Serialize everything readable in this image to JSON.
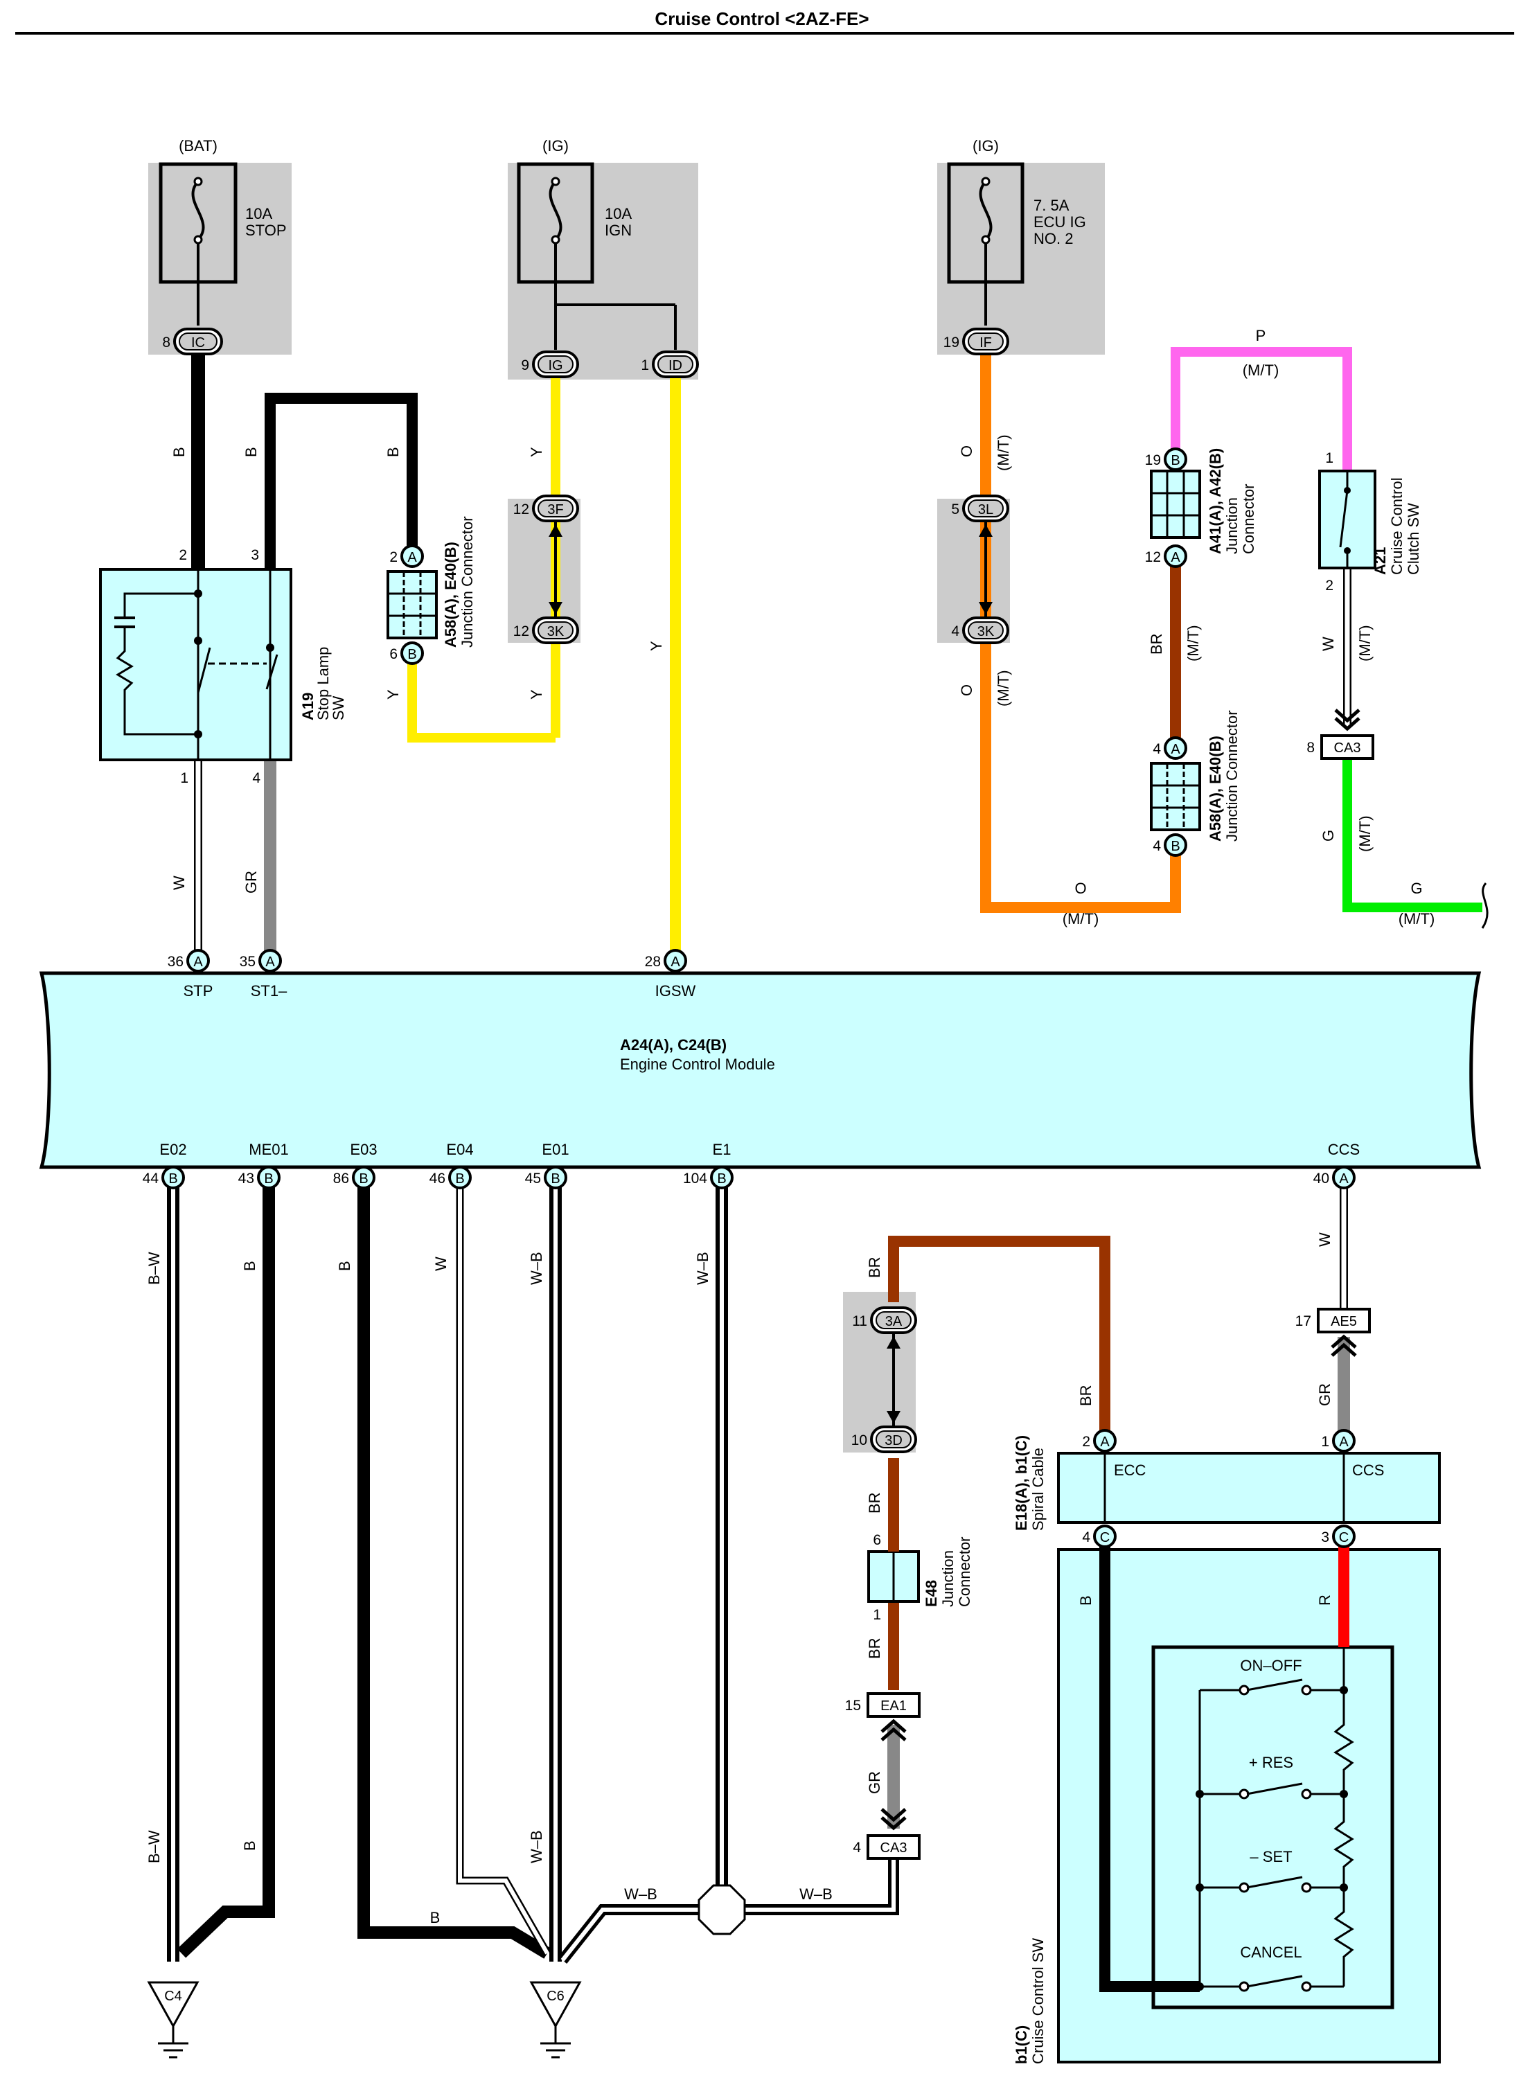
{
  "title": "Cruise Control <2AZ-FE>",
  "colors": {
    "ecu": "#ccffff",
    "fuseBox": "#cccccc",
    "B": "#000000",
    "Y": "#ffee00",
    "O": "#ff8000",
    "P": "#ff66ee",
    "BR": "#993300",
    "G": "#00ee00",
    "GR": "#888888",
    "R": "#ff0000",
    "W": "#ffffff"
  },
  "fuses": {
    "stop": {
      "source": "(BAT)",
      "rating": "10A",
      "name": "STOP"
    },
    "ign": {
      "source": "(IG)",
      "rating": "10A",
      "name": "IGN"
    },
    "ecuig2": {
      "source": "(IG)",
      "rating": "7. 5A",
      "name1": "ECU IG",
      "name2": "NO. 2"
    }
  },
  "connectors": {
    "ic": {
      "label": "IC",
      "pin": "8"
    },
    "ig": {
      "label": "IG",
      "pin": "9"
    },
    "id": {
      "label": "ID",
      "pin": "1"
    },
    "if": {
      "label": "IF",
      "pin": "19"
    },
    "c3f": {
      "label": "3F",
      "pin": "12"
    },
    "c3k_ign": {
      "label": "3K",
      "pin": "12"
    },
    "c3l": {
      "label": "3L",
      "pin": "5"
    },
    "c3k_ecu": {
      "label": "3K",
      "pin": "4"
    },
    "c3a": {
      "label": "3A",
      "pin": "11"
    },
    "c3d": {
      "label": "3D",
      "pin": "10"
    },
    "ca3_clutch": {
      "label": "CA3",
      "pin": "8"
    },
    "ae5": {
      "label": "AE5",
      "pin": "17"
    },
    "ea1": {
      "label": "EA1",
      "pin": "15"
    },
    "ca3_bottom": {
      "label": "CA3",
      "pin": "4"
    }
  },
  "components": {
    "stopLamp": {
      "id": "A19",
      "name1": "Stop Lamp",
      "name2": "SW",
      "pins": [
        "2",
        "3",
        "1",
        "4"
      ]
    },
    "jc1": {
      "id": "A58(A), E40(B)",
      "name": "Junction Connector",
      "pinTop": "2",
      "pinBottom": "6",
      "letterTop": "A",
      "letterBottom": "B"
    },
    "jc2": {
      "id": "A41(A), A42(B)",
      "name1": "Junction",
      "name2": "Connector",
      "pinTop": "19",
      "pinBottom": "12",
      "letterTop": "B",
      "letterBottom": "A"
    },
    "jc3": {
      "id": "A58(A), E40(B)",
      "name": "Junction Connector",
      "pinTop": "4",
      "pinBottom": "4",
      "letterTop": "A",
      "letterBottom": "B"
    },
    "clutch": {
      "id": "A21",
      "name1": "Cruise Control",
      "name2": "Clutch SW",
      "pinTop": "1",
      "pinBottom": "2"
    },
    "ecm": {
      "id": "A24(A), C24(B)",
      "name": "Engine Control Module"
    },
    "e48": {
      "id": "E48",
      "name1": "Junction",
      "name2": "Connector",
      "pinTop": "6",
      "pinBottom": "1"
    },
    "spiral": {
      "id": "E18(A), b1(C)",
      "name": "Spiral Cable",
      "ecc": "ECC",
      "ccs": "CCS"
    },
    "cruiseSw": {
      "id": "b1(C)",
      "name": "Cruise Control SW",
      "sw1": "ON–OFF",
      "sw2": "+ RES",
      "sw3": "– SET",
      "sw4": "CANCEL"
    }
  },
  "ecmTopPins": [
    {
      "num": "36",
      "letter": "A",
      "name": "STP"
    },
    {
      "num": "35",
      "letter": "A",
      "name": "ST1–"
    },
    {
      "num": "28",
      "letter": "A",
      "name": "IGSW"
    }
  ],
  "ecmBottomPins": [
    {
      "num": "44",
      "letter": "B",
      "name": "E02"
    },
    {
      "num": "43",
      "letter": "B",
      "name": "ME01"
    },
    {
      "num": "86",
      "letter": "B",
      "name": "E03"
    },
    {
      "num": "46",
      "letter": "B",
      "name": "E04"
    },
    {
      "num": "45",
      "letter": "B",
      "name": "E01"
    },
    {
      "num": "104",
      "letter": "B",
      "name": "E1"
    },
    {
      "num": "40",
      "letter": "A",
      "name": "CCS"
    }
  ],
  "spiralPins": [
    {
      "num": "2",
      "letter": "A"
    },
    {
      "num": "1",
      "letter": "A"
    },
    {
      "num": "4",
      "letter": "C"
    },
    {
      "num": "3",
      "letter": "C"
    }
  ],
  "grounds": {
    "c4": "C4",
    "c6": "C6"
  },
  "wires": {
    "B": "B",
    "Y": "Y",
    "O": "O",
    "P": "P",
    "BR": "BR",
    "W": "W",
    "GR": "GR",
    "G": "G",
    "R": "R",
    "BW": "B–W",
    "WB": "W–B",
    "MT": "(M/T)"
  }
}
